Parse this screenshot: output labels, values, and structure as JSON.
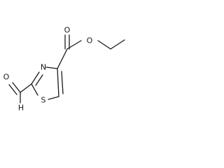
{
  "molecule": {
    "atoms": {
      "ester_carbonyl_oxygen": "O",
      "ester_ether_oxygen": "O",
      "ring_nitrogen": "N",
      "ring_sulfur": "S",
      "aldehyde_oxygen": "O",
      "aldehyde_hydrogen": "H"
    }
  }
}
